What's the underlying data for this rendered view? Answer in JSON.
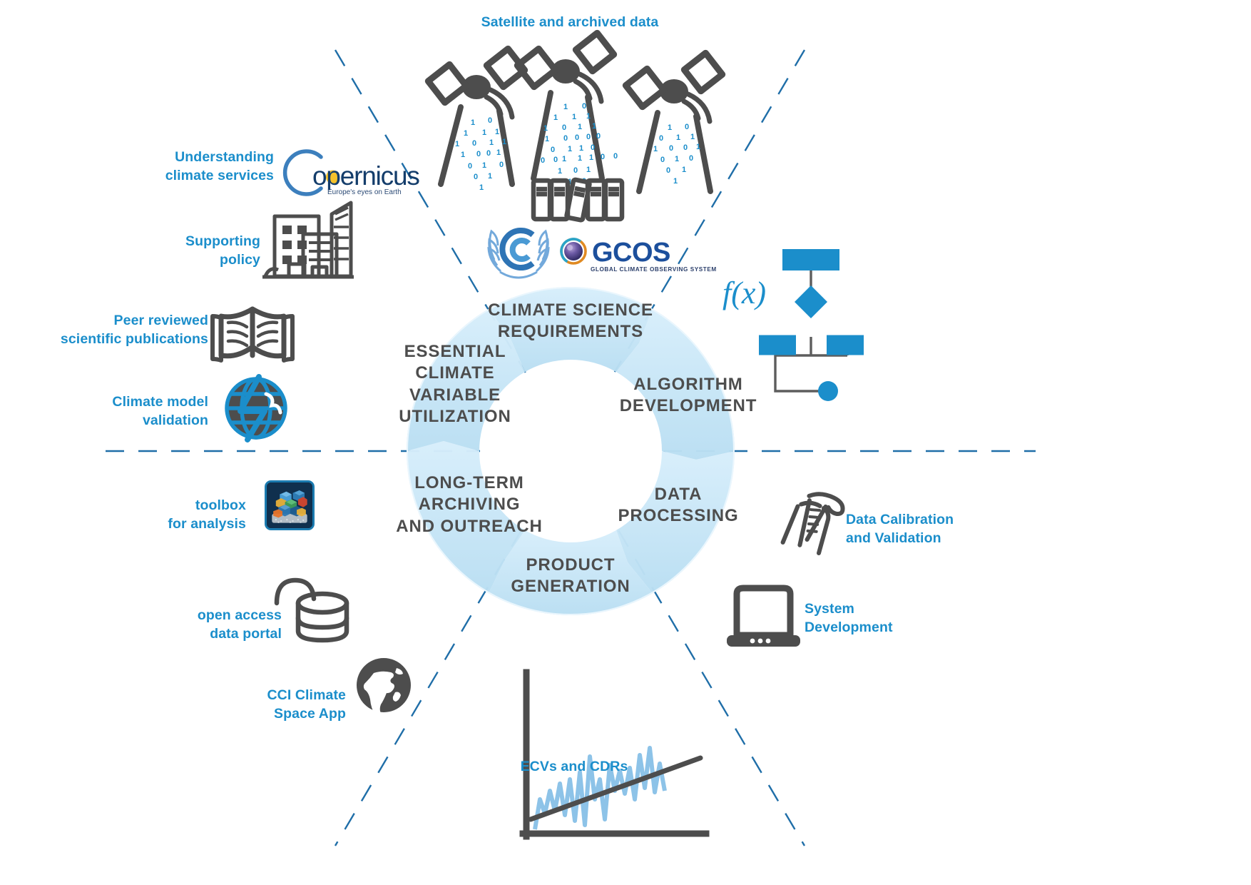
{
  "title_top": "Satellite and archived data",
  "wheel": {
    "segments": [
      {
        "id": "climate-science-requirements",
        "label": "Climate Science\nRequirements"
      },
      {
        "id": "algorithm-development",
        "label": "Algorithm\nDevelopment"
      },
      {
        "id": "data-processing",
        "label": "Data\nProcessing"
      },
      {
        "id": "product-generation",
        "label": "Product\nGeneration"
      },
      {
        "id": "long-term-archiving-and-outreach",
        "label": "Long-term\nArchiving\nand Outreach"
      },
      {
        "id": "essential-climate-variable-utilization",
        "label": "Essential\nClimate\nVariable\nUtilization"
      }
    ]
  },
  "left_labels": [
    {
      "id": "understanding-climate-services",
      "text": "Understanding\nclimate services",
      "icon": "copernicus-logo"
    },
    {
      "id": "supporting-policy",
      "text": "Supporting\npolicy",
      "icon": "buildings-icon"
    },
    {
      "id": "peer-reviewed-scientific-publications",
      "text": "Peer reviewed\nscientific publications",
      "icon": "open-book-icon"
    },
    {
      "id": "climate-model-validation",
      "text": "Climate model\nvalidation",
      "icon": "globe-grid-icon"
    },
    {
      "id": "toolbox-for-analysis",
      "text": "toolbox\nfor analysis",
      "icon": "toolbox-app-icon"
    },
    {
      "id": "open-access-data-portal",
      "text": "open access\ndata portal",
      "icon": "database-unlock-icon"
    },
    {
      "id": "cci-climate-space-app",
      "text": "CCI Climate\nSpace App",
      "icon": "globe-africa-icon"
    }
  ],
  "right_labels": [
    {
      "id": "data-calibration-and-validation",
      "text": "Data Calibration\nand Validation",
      "icon": "caliper-hammer-icon"
    },
    {
      "id": "system-development",
      "text": "System\nDevelopment",
      "icon": "laptop-icon"
    }
  ],
  "bottom_label": {
    "id": "ecvs-and-cdrs",
    "text": "ECVs and CDRs",
    "icon": "trend-chart-icon"
  },
  "flowchart": {
    "id": "algorithm-flowchart",
    "formula": "f(x)"
  },
  "logos": {
    "copernicus": {
      "name": "Copernicus",
      "word": "opernicus",
      "tagline": "Europe's eyes on Earth"
    },
    "gcos": {
      "name": "GCOS",
      "subtitle": "GLOBAL CLIMATE OBSERVING SYSTEM"
    },
    "unfccc": {
      "name": "UNFCCC emblem"
    }
  },
  "colors": {
    "accent_blue": "#1b8ecb",
    "dark_blue": "#0e76ad",
    "wheel_fill_light": "#dbeefa",
    "wheel_fill_mid": "#bfe0f3",
    "gray_text": "#4d4d4d",
    "icon_gray": "#4d4d4d",
    "flow_blue": "#1b8ecb",
    "chart_line_light": "#8dc3e8"
  },
  "binary_digits": "1 0 1 1 0 0 1 0 1 1 0 1 0 0 1 1 0 1 1 0 0 1 0 1"
}
